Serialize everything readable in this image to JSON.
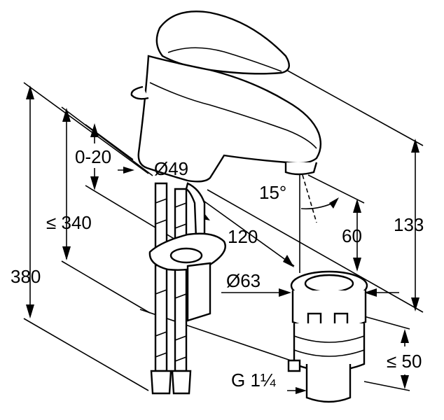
{
  "diagram": {
    "dimensions": {
      "adjust_range": "0-20",
      "max_height": "≤ 340",
      "total_height": "380",
      "body_diameter": "Ø49",
      "reach": "120",
      "angle": "15°",
      "spout_height": "133",
      "spout_drop": "60",
      "waste_diameter": "Ø63",
      "waste_height": "≤ 50",
      "thread": "G 1¼"
    }
  }
}
